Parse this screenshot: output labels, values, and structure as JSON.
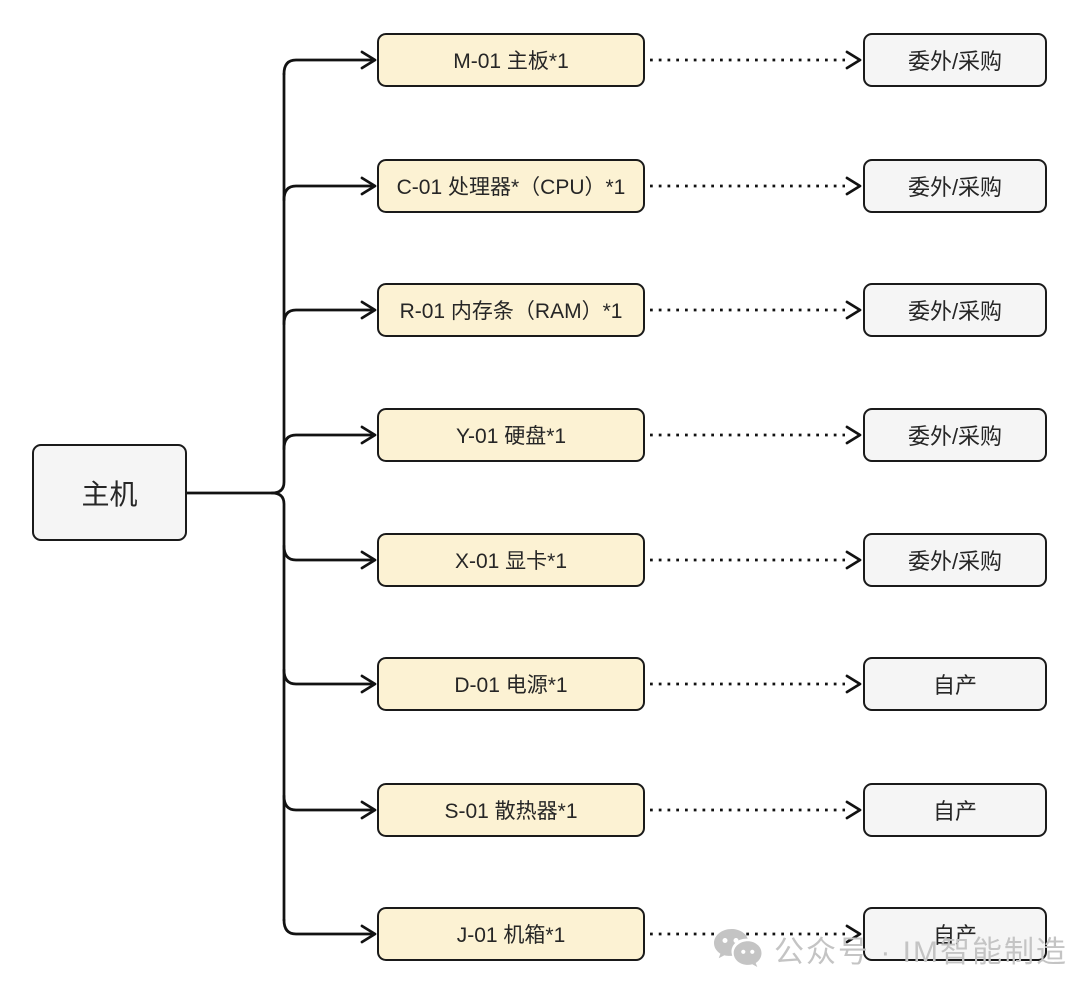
{
  "diagram": {
    "type": "bom-tree",
    "root": {
      "label": "主机"
    },
    "rows": [
      {
        "component": "M-01 主板*1",
        "source": "委外/采购"
      },
      {
        "component": "C-01 处理器*（CPU）*1",
        "source": "委外/采购"
      },
      {
        "component": "R-01 内存条（RAM）*1",
        "source": "委外/采购"
      },
      {
        "component": "Y-01 硬盘*1",
        "source": "委外/采购"
      },
      {
        "component": "X-01 显卡*1",
        "source": "委外/采购"
      },
      {
        "component": "D-01 电源*1",
        "source": "自产"
      },
      {
        "component": "S-01 散热器*1",
        "source": "自产"
      },
      {
        "component": "J-01 机箱*1",
        "source": "自产"
      }
    ],
    "colors": {
      "component_fill": "#FCF2D3",
      "component_border": "#1A1A1A",
      "source_fill": "#F5F5F5",
      "line": "#121212",
      "text": "#262626",
      "watermark": "#C4C4C4"
    },
    "watermark": {
      "icon": "wechat-icon",
      "text": "公众号 · IM智能制造"
    }
  }
}
